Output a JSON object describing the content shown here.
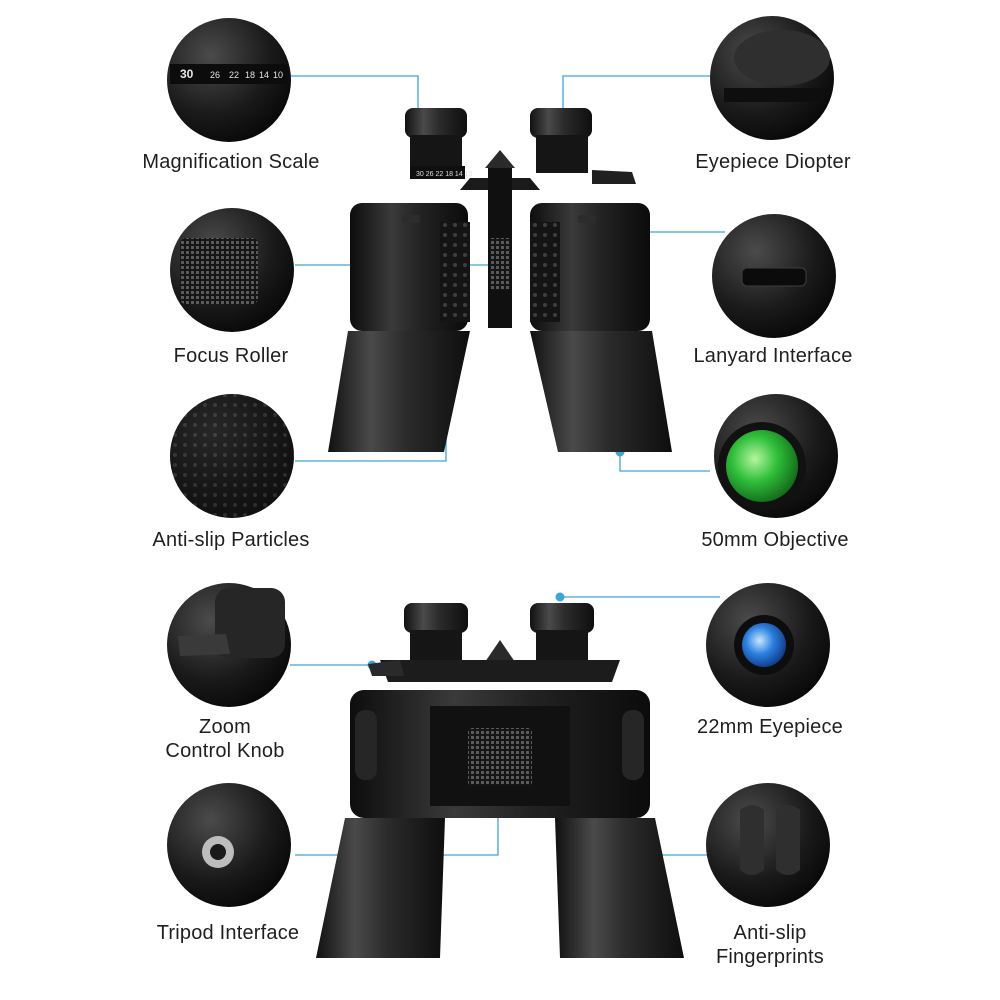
{
  "magnifier": {
    "scale_numbers": [
      "30",
      "26",
      "22",
      "18",
      "14",
      "10"
    ]
  },
  "features": {
    "magnification_scale": "Magnification Scale",
    "eyepiece_diopter": "Eyepiece Diopter",
    "focus_roller": "Focus Roller",
    "lanyard_interface": "Lanyard Interface",
    "anti_slip_particles": "Anti-slip Particles",
    "objective_50mm": "50mm Objective",
    "zoom_control_knob": [
      "Zoom",
      "Control Knob"
    ],
    "eyepiece_22mm": "22mm Eyepiece",
    "tripod_interface": "Tripod Interface",
    "anti_slip_fingerprints": [
      "Anti-slip",
      "Fingerprints"
    ]
  },
  "colors": {
    "callout_line": "#3aa6d8",
    "body": "#1b1b1b",
    "objective_lens": "#29b23a",
    "eyepiece_lens": "#2a6fd6"
  }
}
